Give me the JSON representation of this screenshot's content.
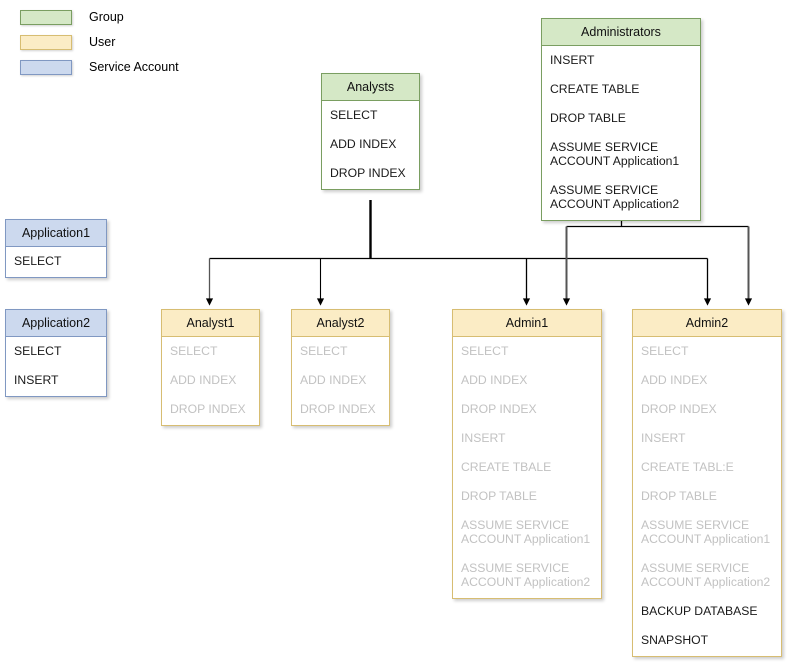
{
  "legend": {
    "items": [
      {
        "label": "Group",
        "color": "#d5e8c6",
        "border": "#7a9e61",
        "icon": "group-swatch-icon"
      },
      {
        "label": "User",
        "color": "#fbecc5",
        "border": "#d7bd72",
        "icon": "user-swatch-icon"
      },
      {
        "label": "Service Account",
        "color": "#ccd9ee",
        "border": "#8098c2",
        "icon": "service-account-swatch-icon"
      }
    ]
  },
  "nodes": {
    "analysts": {
      "title": "Analysts",
      "type": "Group",
      "permissions": [
        {
          "text": "SELECT",
          "inherited": false
        },
        {
          "text": "ADD INDEX",
          "inherited": false
        },
        {
          "text": "DROP INDEX",
          "inherited": false
        }
      ]
    },
    "administrators": {
      "title": "Administrators",
      "type": "Group",
      "permissions": [
        {
          "text": "INSERT",
          "inherited": false
        },
        {
          "text": "CREATE TABLE",
          "inherited": false
        },
        {
          "text": "DROP TABLE",
          "inherited": false
        },
        {
          "text": "ASSUME SERVICE\nACCOUNT Application1",
          "inherited": false
        },
        {
          "text": "ASSUME SERVICE\nACCOUNT Application2",
          "inherited": false
        }
      ]
    },
    "application1": {
      "title": "Application1",
      "type": "Service Account",
      "permissions": [
        {
          "text": "SELECT",
          "inherited": false
        }
      ]
    },
    "application2": {
      "title": "Application2",
      "type": "Service Account",
      "permissions": [
        {
          "text": "SELECT",
          "inherited": false
        },
        {
          "text": "INSERT",
          "inherited": false
        }
      ]
    },
    "analyst1": {
      "title": "Analyst1",
      "type": "User",
      "permissions": [
        {
          "text": "SELECT",
          "inherited": true
        },
        {
          "text": "ADD INDEX",
          "inherited": true
        },
        {
          "text": "DROP INDEX",
          "inherited": true
        }
      ]
    },
    "analyst2": {
      "title": "Analyst2",
      "type": "User",
      "permissions": [
        {
          "text": "SELECT",
          "inherited": true
        },
        {
          "text": "ADD INDEX",
          "inherited": true
        },
        {
          "text": "DROP INDEX",
          "inherited": true
        }
      ]
    },
    "admin1": {
      "title": "Admin1",
      "type": "User",
      "permissions": [
        {
          "text": "SELECT",
          "inherited": true
        },
        {
          "text": "ADD INDEX",
          "inherited": true
        },
        {
          "text": "DROP INDEX",
          "inherited": true
        },
        {
          "text": "INSERT",
          "inherited": true
        },
        {
          "text": "CREATE TBALE",
          "inherited": true
        },
        {
          "text": "DROP TABLE",
          "inherited": true
        },
        {
          "text": "ASSUME SERVICE\nACCOUNT Application1",
          "inherited": true
        },
        {
          "text": "ASSUME SERVICE\nACCOUNT Application2",
          "inherited": true
        }
      ]
    },
    "admin2": {
      "title": "Admin2",
      "type": "User",
      "permissions": [
        {
          "text": "SELECT",
          "inherited": true
        },
        {
          "text": "ADD INDEX",
          "inherited": true
        },
        {
          "text": "DROP INDEX",
          "inherited": true
        },
        {
          "text": "INSERT",
          "inherited": true
        },
        {
          "text": "CREATE TABL:E",
          "inherited": true
        },
        {
          "text": "DROP TABLE",
          "inherited": true
        },
        {
          "text": "ASSUME SERVICE\nACCOUNT Application1",
          "inherited": true
        },
        {
          "text": "ASSUME SERVICE\nACCOUNT Application2",
          "inherited": true
        },
        {
          "text": "BACKUP DATABASE",
          "inherited": false
        },
        {
          "text": "SNAPSHOT",
          "inherited": false
        }
      ]
    }
  },
  "edges": [
    {
      "from": "analysts",
      "to": "analyst1"
    },
    {
      "from": "analysts",
      "to": "analyst2"
    },
    {
      "from": "analysts",
      "to": "admin1"
    },
    {
      "from": "analysts",
      "to": "admin2"
    },
    {
      "from": "administrators",
      "to": "admin1"
    },
    {
      "from": "administrators",
      "to": "admin2"
    }
  ],
  "colors": {
    "group_fill": "#d5e8c6",
    "group_border": "#7a9e61",
    "user_fill": "#fbecc5",
    "user_border": "#d7bd72",
    "service_fill": "#ccd9ee",
    "service_border": "#8098c2",
    "connector": "#000000",
    "inherited_text": "#c2c2c2",
    "text": "#1a1a1a",
    "background": "#ffffff"
  }
}
